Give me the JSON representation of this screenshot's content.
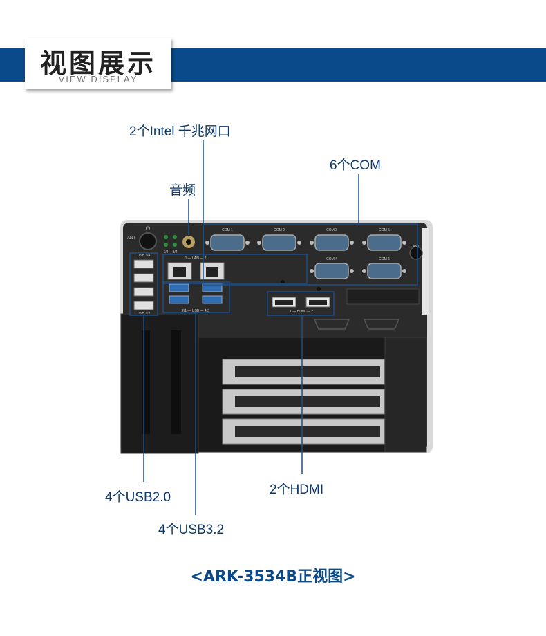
{
  "header": {
    "title": "视图展示",
    "subtitle": "VIEW DISPLAY"
  },
  "callouts": {
    "lan": "2个Intel 千兆网口",
    "audio": "音频",
    "com": "6个COM",
    "usb2": "4个USB2.0",
    "usb3": "4个USB3.2",
    "hdmi": "2个HDMI"
  },
  "panel_labels": {
    "ant_left": "ANT",
    "ant_right": "ANT",
    "com1": "COM 1",
    "com2": "COM 2",
    "com3": "COM 3",
    "com4": "COM 4",
    "com5": "COM 5",
    "com6": "COM 6",
    "hdmi": "1 — HDMI — 2",
    "lan": "1 — LAN — 2",
    "usb": "2/1 — USB — 4/3",
    "usb_top": "USB 3/4",
    "usb_bottom": "USB 1/2",
    "led_12": "1/2",
    "led_34": "3/4"
  },
  "caption": "<ARK-3534B正视图>",
  "colors": {
    "accent": "#0b4a8a",
    "label_text": "#0d3a6b",
    "callout_line": "#1f4e86"
  }
}
